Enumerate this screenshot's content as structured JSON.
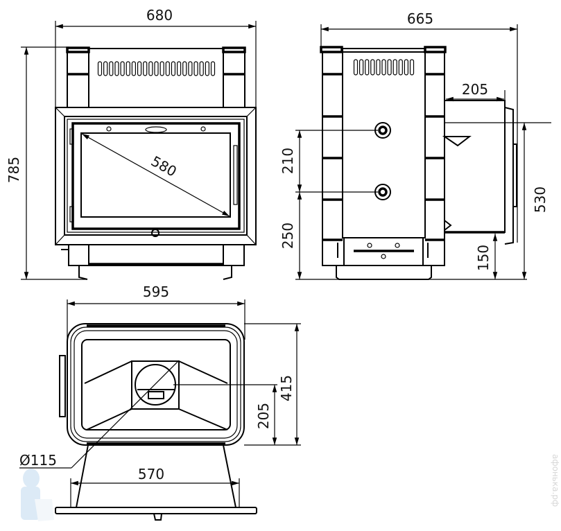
{
  "front_view": {
    "width_label": "680",
    "height_label": "785",
    "glass_diagonal_label": "580"
  },
  "side_view": {
    "depth_label": "665",
    "flue_length_label": "205",
    "fitting_spacing_label": "210",
    "lower_fitting_height_label": "250",
    "flue_height_label": "530",
    "flue_bottom_label": "150"
  },
  "top_view": {
    "width_label": "595",
    "depth_label": "415",
    "flue_center_label": "205",
    "flue_diameter_label": "Ø115",
    "base_width_label": "570"
  },
  "watermark": {
    "text": "афонька.рф"
  }
}
